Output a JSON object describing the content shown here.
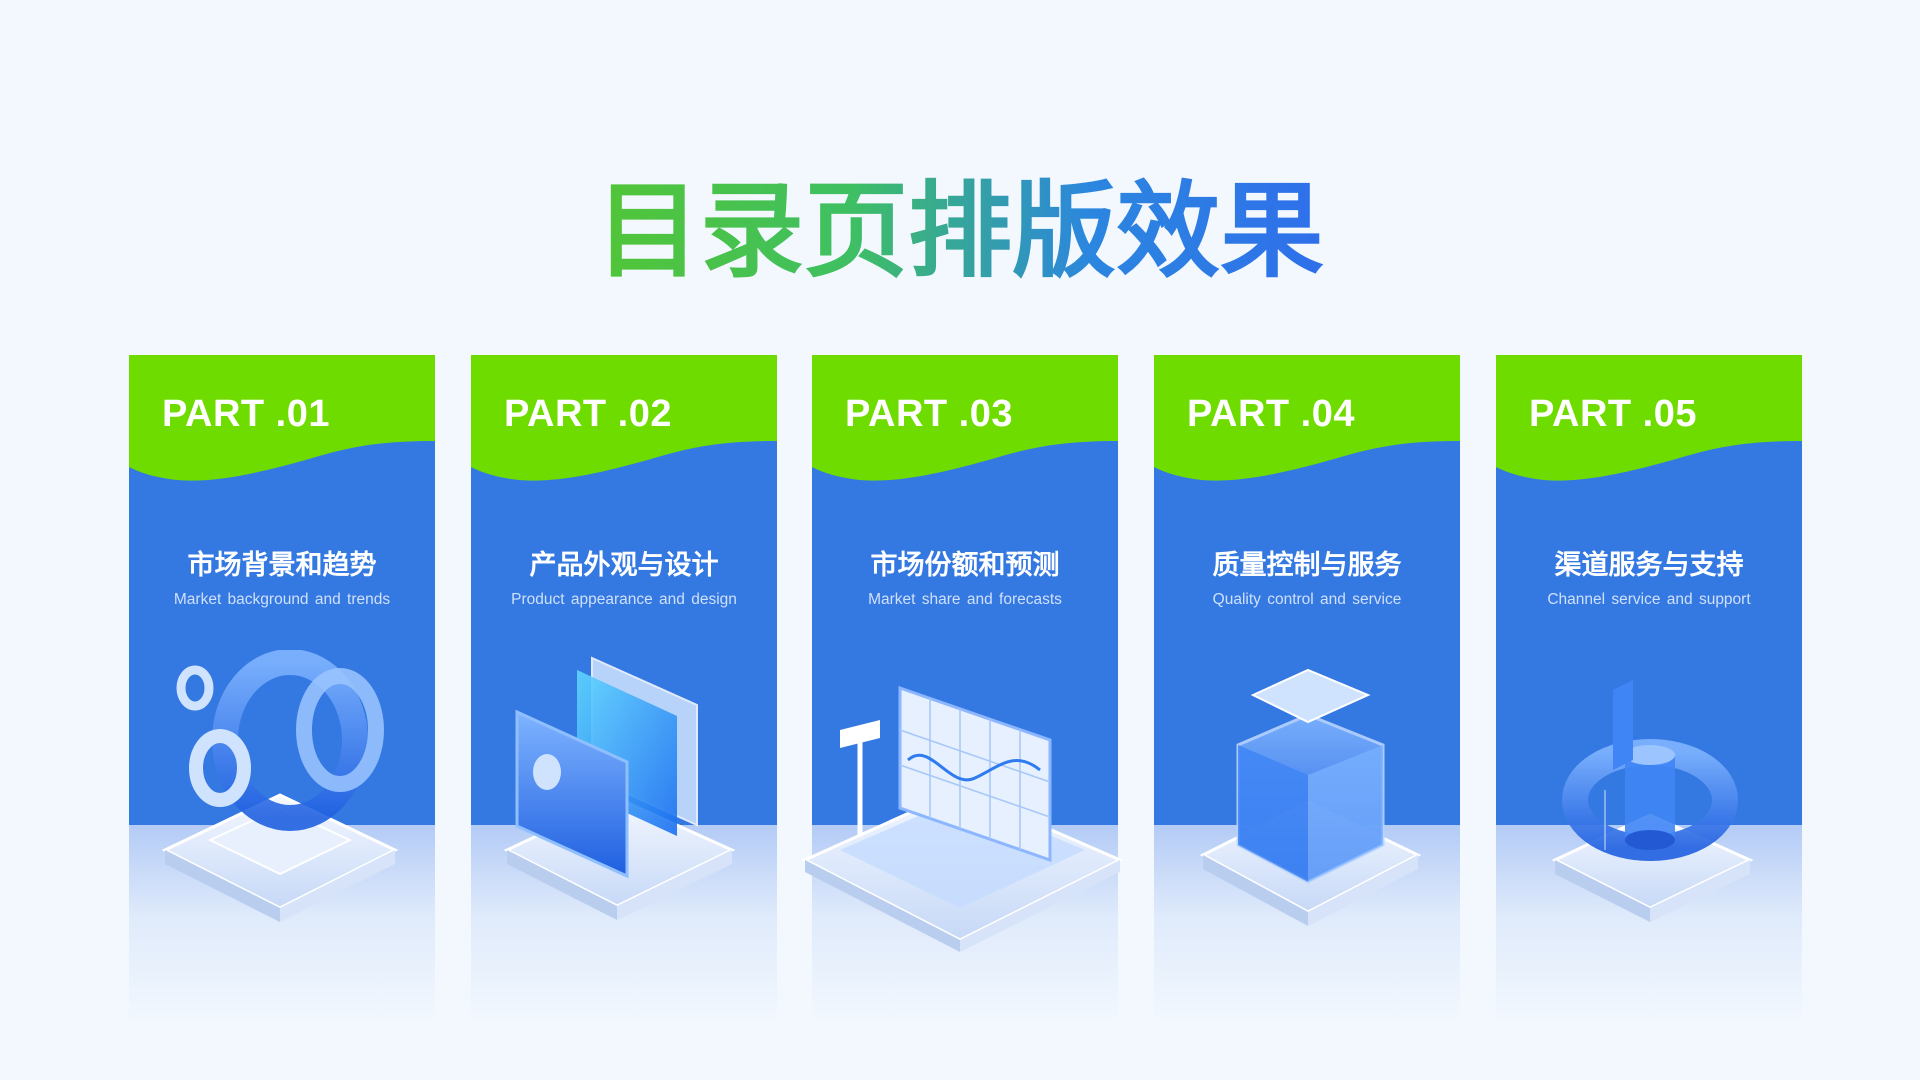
{
  "title": "目录页排版效果",
  "colors": {
    "background": "#f3f8fe",
    "card_blue": "#3478e2",
    "card_green": "#6fdc00",
    "title_gradient_start": "#52c536",
    "title_gradient_end": "#2f6feb"
  },
  "parts": [
    {
      "label": "PART .01",
      "title_cn": "市场背景和趋势",
      "subtitle_en": "Market background and trends",
      "icon": "gear-disc-icon"
    },
    {
      "label": "PART .02",
      "title_cn": "产品外观与设计",
      "subtitle_en": "Product appearance and design",
      "icon": "panels-icon"
    },
    {
      "label": "PART .03",
      "title_cn": "市场份额和预测",
      "subtitle_en": "Market share and forecasts",
      "icon": "chart-board-icon"
    },
    {
      "label": "PART .04",
      "title_cn": "质量控制与服务",
      "subtitle_en": "Quality control and service",
      "icon": "cube-icon"
    },
    {
      "label": "PART .05",
      "title_cn": "渠道服务与支持",
      "subtitle_en": "Channel service and support",
      "icon": "ring-chart-icon"
    }
  ]
}
